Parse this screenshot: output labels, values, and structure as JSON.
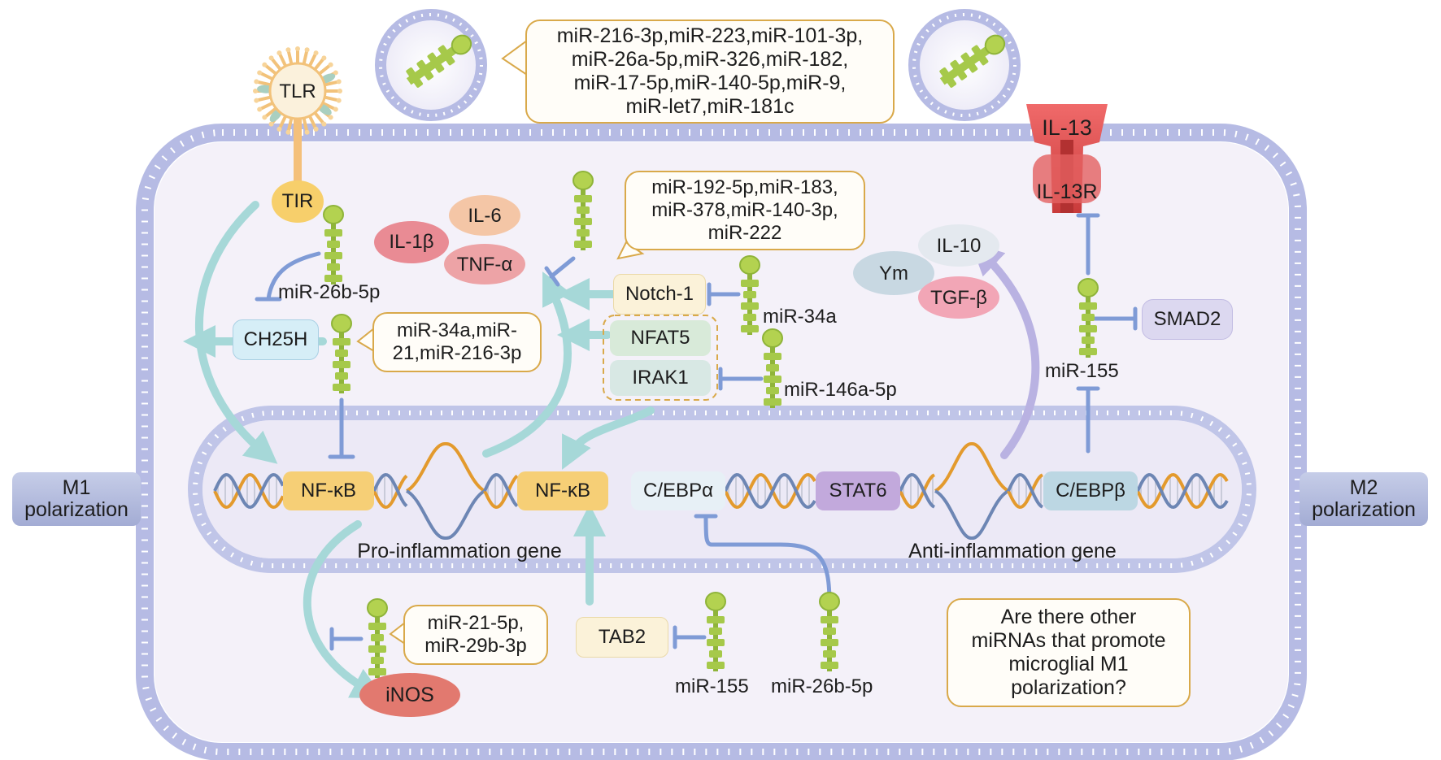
{
  "exosome_mirnas": "miR-216-3p,miR-223,miR-101-3p,\nmiR-26a-5p,miR-326,miR-182,\nmiR-17-5p,miR-140-5p,miR-9,\nmiR-let7,miR-181c",
  "receptors": {
    "tlr": "TLR",
    "tir": "TIR",
    "il13": "IL-13",
    "il13r": "IL-13R"
  },
  "cytokines": {
    "il6": "IL-6",
    "il1b": "IL-1β",
    "tnfa": "TNF-α",
    "il10": "IL-10",
    "ym": "Ym",
    "tgfb": "TGF-β",
    "inos": "iNOS"
  },
  "proteins": {
    "ch25h": "CH25H",
    "notch1": "Notch-1",
    "nfat5": "NFAT5",
    "irak1": "IRAK1",
    "smad2": "SMAD2",
    "tab2": "TAB2"
  },
  "transcription_factors": {
    "nfkb_1": "NF-κB",
    "nfkb_2": "NF-κB",
    "cebpa": "C/EBPα",
    "stat6": "STAT6",
    "cebpb": "C/EBPβ"
  },
  "mirna_labels": {
    "mir26b_top": "miR-26b-5p",
    "mir34a": "miR-34a",
    "mir146a": "miR-146a-5p",
    "mir155_right": "miR-155",
    "mir155_bottom": "miR-155",
    "mir26b_bottom": "miR-26b-5p"
  },
  "callouts": {
    "tnf_group": "miR-192-5p,miR-183,\nmiR-378,miR-140-3p,\nmiR-222",
    "ch25h_group": "miR-34a,miR-\n21,miR-216-3p",
    "inos_group": "miR-21-5p,\nmiR-29b-3p",
    "question": "Are there other\nmiRNAs that promote\nmicroglial M1\npolarization?"
  },
  "genes": {
    "pro": "Pro-inflammation gene",
    "anti": "Anti-inflammation gene"
  },
  "polarization": {
    "m1": "M1\npolarization",
    "m2": "M2\npolarization"
  },
  "colors": {
    "membrane": "#a8aedd",
    "cytoplasm": "#f2eff8",
    "mirna_green": "#9fc53c",
    "inhibit_blue": "#7f9bd6",
    "teal_arrow": "#a6d8d8",
    "purple_arrow": "#b9b2e2",
    "callout_border": "#d9a94a",
    "dna_orange": "#e39a2d",
    "dna_blue": "#6d86b4"
  }
}
